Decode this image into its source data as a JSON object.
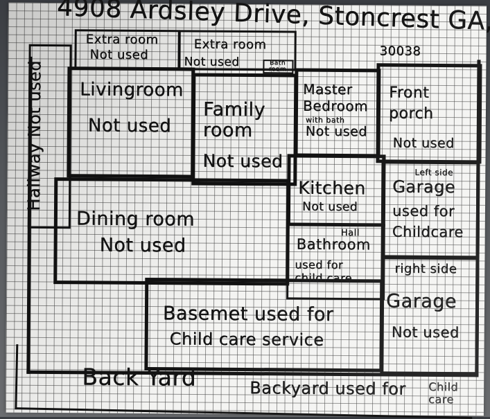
{
  "address": {
    "street": "4908 Ardsley Drive, Stoncrest GA,",
    "zip": "30038"
  },
  "rooms": {
    "hallway": "Hallway Not used",
    "extra_room_1": {
      "name": "Extra room",
      "status": "Not used"
    },
    "extra_room_2": {
      "name": "Extra room",
      "status": "Not used",
      "note": "Bath room"
    },
    "living_room": {
      "name": "Livingroom",
      "status": "Not used"
    },
    "family_room": {
      "name": "Family room",
      "status": "Not used"
    },
    "master_bedroom": {
      "name": "Master Bedroom",
      "note": "with bath",
      "status": "Not used"
    },
    "front_porch": {
      "name": "Front porch",
      "status": "Not used"
    },
    "kitchen": {
      "name": "Kitchen",
      "status": "Not used"
    },
    "garage_left": {
      "side": "Left side",
      "name": "Garage",
      "status": "used for Childcare"
    },
    "dining_room": {
      "name": "Dining room",
      "status": "Not used"
    },
    "hall_bathroom": {
      "prefix": "Hall",
      "name": "Bathroom",
      "status": "used for child care"
    },
    "garage_right": {
      "side": "right side",
      "name": "Garage",
      "status": "Not used"
    },
    "basement": {
      "name": "Basemet used for",
      "status": "Child care service"
    },
    "back_yard": {
      "name": "Back Yard",
      "status": "Backyard used for",
      "note": "Child care"
    }
  }
}
